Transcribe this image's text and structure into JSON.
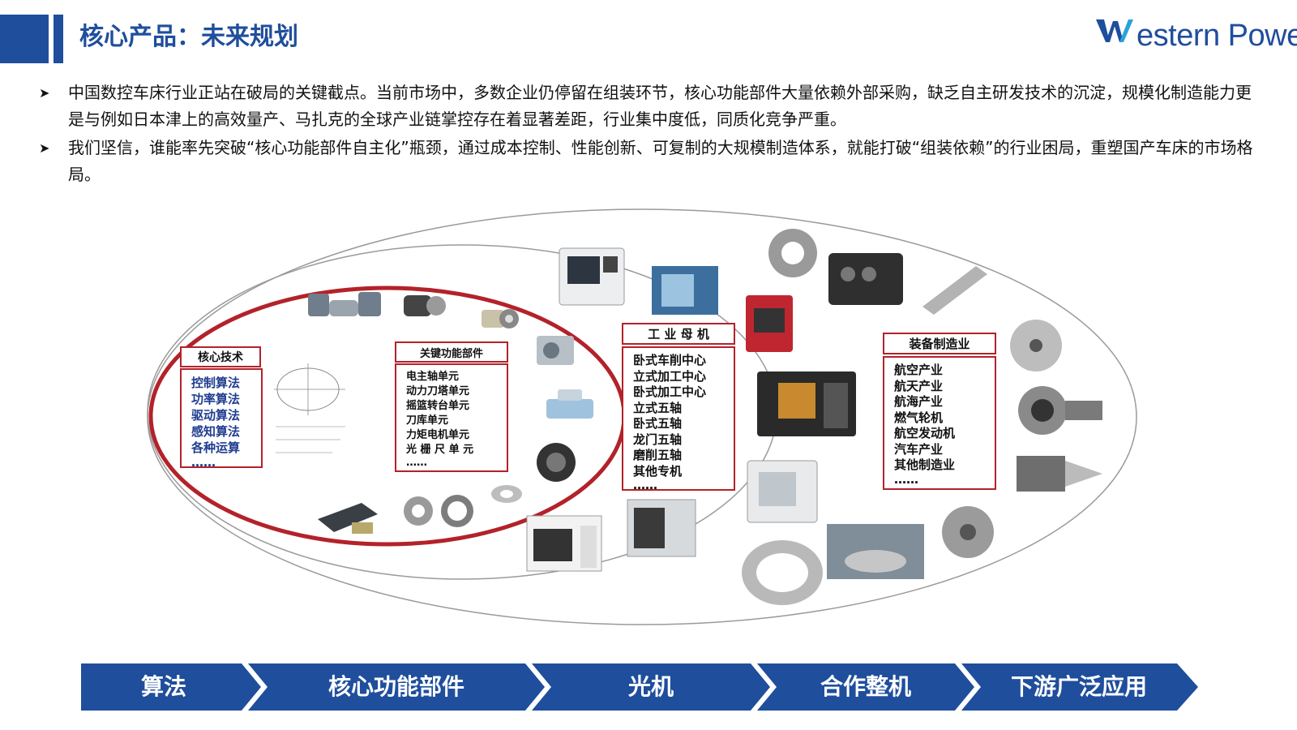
{
  "header": {
    "title": "核心产品：未来规划",
    "logo_text": "estern Power",
    "brand_color": "#1f4e9c"
  },
  "bullets": [
    "中国数控车床行业正站在破局的关键截点。当前市场中，多数企业仍停留在组装环节，核心功能部件大量依赖外部采购，缺乏自主研发技术的沉淀，规模化制造能力更是与例如日本津上的高效量产、马扎克的全球产业链掌控存在着显著差距，行业集中度低，同质化竞争严重。",
    "我们坚信，谁能率先突破“核心功能部件自主化”瓶颈，通过成本控制、性能创新、可复制的大规模制造体系，就能打破“组装依赖”的行业困局，重塑国产车床的市场格局。"
  ],
  "boxes": {
    "core_tech": {
      "title": "核心技术",
      "items": [
        "控制算法",
        "功率算法",
        "驱动算法",
        "感知算法",
        "各种运算",
        "……"
      ]
    },
    "key_parts": {
      "title": "关键功能部件",
      "items": [
        "电主轴单元",
        "动力刀塔单元",
        "摇篮转台单元",
        "刀库单元",
        "力矩电机单元",
        "光 栅 尺 单 元",
        "……"
      ]
    },
    "machines": {
      "title": "工 业 母 机",
      "items": [
        "卧式车削中心",
        "立式加工中心",
        "卧式加工中心",
        "立式五轴",
        "卧式五轴",
        "龙门五轴",
        "磨削五轴",
        "其他专机",
        "……"
      ]
    },
    "industries": {
      "title": "装备制造业",
      "items": [
        "航空产业",
        "航天产业",
        "航海产业",
        "燃气轮机",
        "航空发动机",
        "汽车产业",
        "其他制造业",
        "……"
      ]
    }
  },
  "flow": {
    "steps": [
      "算法",
      "核心功能部件",
      "光机",
      "合作整机",
      "下游广泛应用"
    ],
    "color": "#1f4e9c"
  },
  "colors": {
    "accent_red": "#b3222a"
  }
}
